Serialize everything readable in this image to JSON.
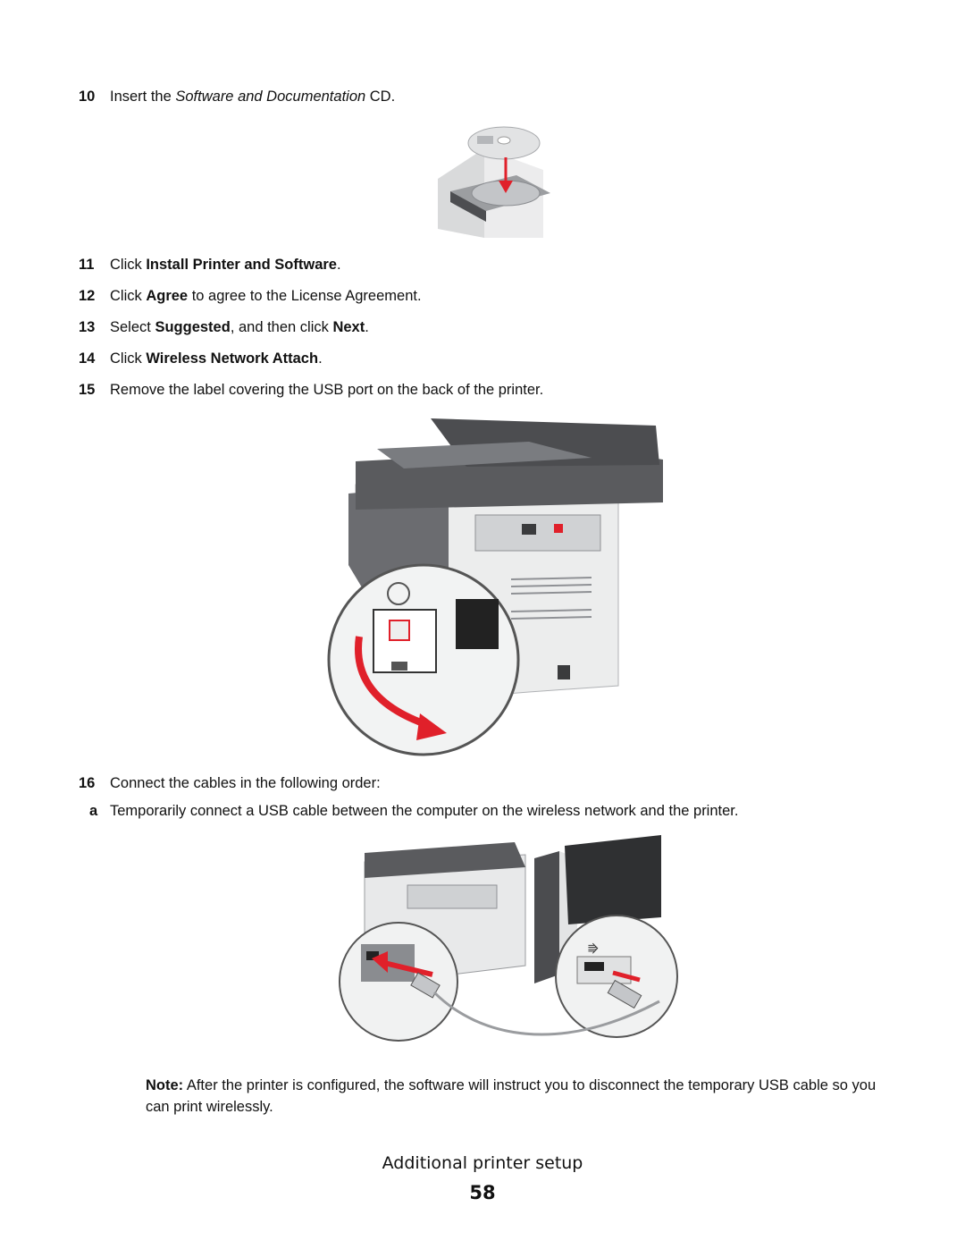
{
  "steps": {
    "s10": {
      "num": "10",
      "pre": "Insert the ",
      "italic": "Software and Documentation",
      "post": " CD."
    },
    "s11": {
      "num": "11",
      "pre": "Click ",
      "bold": "Install Printer and Software",
      "post": "."
    },
    "s12": {
      "num": "12",
      "pre": "Click ",
      "bold": "Agree",
      "post": " to agree to the License Agreement."
    },
    "s13": {
      "num": "13",
      "pre": "Select ",
      "bold1": "Suggested",
      "mid": ", and then click ",
      "bold2": "Next",
      "post": "."
    },
    "s14": {
      "num": "14",
      "pre": "Click ",
      "bold": "Wireless Network Attach",
      "post": "."
    },
    "s15": {
      "num": "15",
      "text": "Remove the label covering the USB port on the back of the printer."
    },
    "s16": {
      "num": "16",
      "text": "Connect the cables in the following order:"
    },
    "s16a": {
      "num": "a",
      "text": "Temporarily connect a USB cable between the computer on the wireless network and the printer."
    }
  },
  "note": {
    "label": "Note:",
    "text": " After the printer is configured, the software will instruct you to disconnect the temporary USB cable so you can print wirelessly."
  },
  "footer": {
    "section_title": "Additional printer setup",
    "page_number": "58"
  },
  "colors": {
    "arrow_red": "#e0202a",
    "printer_dark": "#5a5b5e",
    "printer_light": "#e9eaeb"
  }
}
